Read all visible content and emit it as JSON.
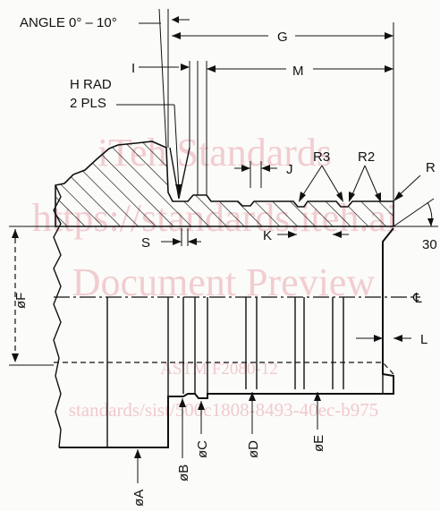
{
  "drawing": {
    "angle_label": "ANGLE 0° – 10°",
    "h_rad_line1": "H RAD",
    "h_rad_line2": "2 PLS",
    "labels": {
      "G": "G",
      "I": "I",
      "M": "M",
      "J": "J",
      "R3": "R3",
      "R2": "R2",
      "R": "R",
      "S": "S",
      "K": "K",
      "F": "øF",
      "CL": "℄",
      "L": "L",
      "A": "øA",
      "B": "øB",
      "C": "øC",
      "D": "øD",
      "E": "øE",
      "angle_30": "30"
    }
  },
  "watermark": {
    "line1": "iTeh Standards",
    "line2": "https://standards.iteh.ai",
    "line3": "Document Preview",
    "line4": "ASTM F2080-12",
    "line5": "standards/sist/500c1808-8493-40ec-b975"
  }
}
